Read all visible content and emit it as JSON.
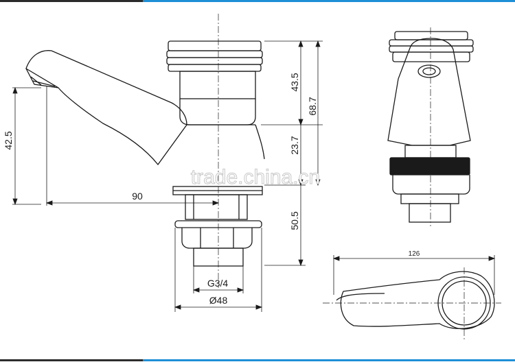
{
  "dimensions": {
    "spout_height": "42.5",
    "spout_reach": "90",
    "handle_height": "43.5",
    "total_height": "68.7",
    "body_height": "23.7",
    "shank_length": "50.5",
    "thread": "G3/4",
    "flange_dia": "Ø48",
    "handle_length": "126"
  },
  "watermark": "trade.china.cn",
  "colors": {
    "top_dark": "#2b2b2b",
    "top_blue": "#1d8fd6",
    "line": "#1a1a1a"
  }
}
